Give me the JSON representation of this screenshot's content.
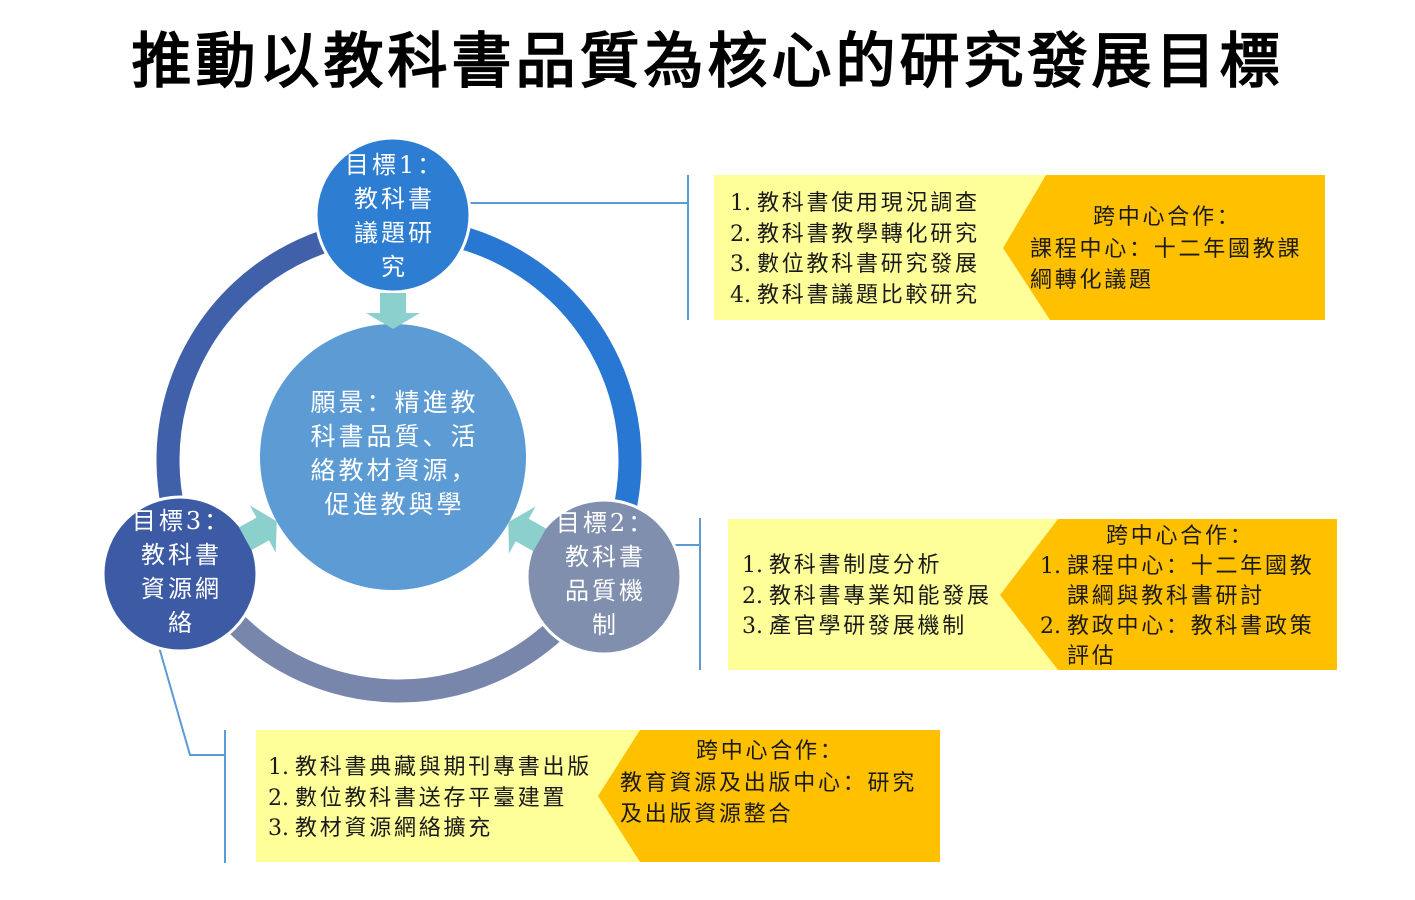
{
  "title": "推動以教科書品質為核心的研究發展目標",
  "colors": {
    "ring_right": "#2878d3",
    "ring_left": "#4060a9",
    "ring_bottom": "#7886ab",
    "vision_fill": "#5d9bd5",
    "goal1_fill": "#2d7dd2",
    "goal2_fill": "#7f8fad",
    "goal3_fill": "#3d5ba5",
    "circle_outline": "#ffffff",
    "arrow_fill": "#8bd0cc",
    "connector": "#5b9bd5",
    "list_fill": "#ffff99",
    "coop_fill": "#ffc000"
  },
  "vision": {
    "lines": [
      "願景：精進教",
      "科書品質、活",
      "絡教材資源，",
      "促進教與學"
    ]
  },
  "goals": [
    {
      "label": "目標1：",
      "name_lines": [
        "教科書",
        "議題研",
        "究"
      ],
      "items": [
        {
          "num": "1.",
          "text": "教科書使用現況調查"
        },
        {
          "num": "2.",
          "text": "教科書教學轉化研究"
        },
        {
          "num": "3.",
          "text": "數位教科書研究發展"
        },
        {
          "num": "4.",
          "text": "教科書議題比較研究"
        }
      ],
      "cooperation": {
        "heading": "跨中心合作：",
        "entries": [
          {
            "lines": [
              "課程中心：十二年國教課",
              "綱轉化議題"
            ]
          }
        ]
      }
    },
    {
      "label": "目標2：",
      "name_lines": [
        "教科書",
        "品質機",
        "制"
      ],
      "items": [
        {
          "num": "1.",
          "text": "教科書制度分析"
        },
        {
          "num": "2.",
          "text": "教科書專業知能發展"
        },
        {
          "num": "3.",
          "text": "產官學研發展機制"
        }
      ],
      "cooperation": {
        "heading": "跨中心合作：",
        "entries": [
          {
            "num": "1.",
            "lines": [
              "課程中心：十二年國教",
              "課綱與教科書研討"
            ]
          },
          {
            "num": "2.",
            "lines": [
              "教政中心：教科書政策",
              "評估"
            ]
          }
        ]
      }
    },
    {
      "label": "目標3：",
      "name_lines": [
        "教科書",
        "資源網",
        "絡"
      ],
      "items": [
        {
          "num": "1.",
          "text": "教科書典藏與期刊專書出版"
        },
        {
          "num": "2.",
          "text": "數位教科書送存平臺建置"
        },
        {
          "num": "3.",
          "text": "教材資源網絡擴充"
        }
      ],
      "cooperation": {
        "heading": "跨中心合作：",
        "entries": [
          {
            "lines": [
              "教育資源及出版中心：研究",
              "及出版資源整合"
            ]
          }
        ]
      }
    }
  ]
}
